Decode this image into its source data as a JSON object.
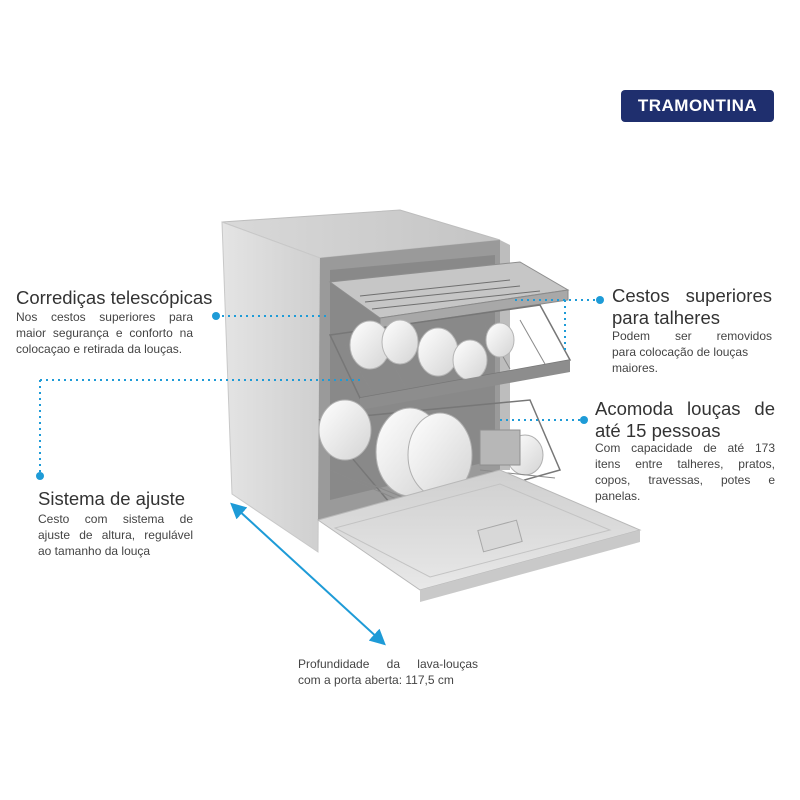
{
  "brand": {
    "logo_text": "TRAMONTINA",
    "logo_color": "#1f2f6e",
    "accent_color": "#1e9bd7"
  },
  "callouts": {
    "telescopic": {
      "title": "Corrediças telescópicas",
      "lines": [
        "Nos cestos superiores para",
        "maior segurança e conforto na",
        "colocaçao e retirada da louças."
      ]
    },
    "upper_baskets": {
      "title_lines": [
        "Cestos superiores",
        "para talheres"
      ],
      "lines": [
        "Podem ser removidos",
        "para colocação de louças",
        "maiores."
      ]
    },
    "capacity": {
      "title_lines": [
        "Acomoda louças de",
        "até 15 pessoas"
      ],
      "lines": [
        "Com capacidade de até 173",
        "itens entre talheres, pratos,",
        "copos, travessas, potes e",
        "panelas."
      ]
    },
    "adjust": {
      "title": "Sistema de ajuste",
      "lines": [
        "Cesto com sistema de",
        "ajuste de altura, regulável",
        "ao tamanho da louça"
      ]
    },
    "depth": {
      "lines": [
        "Profundidade da lava-louças",
        "com a porta aberta: 117,5 cm"
      ]
    }
  }
}
